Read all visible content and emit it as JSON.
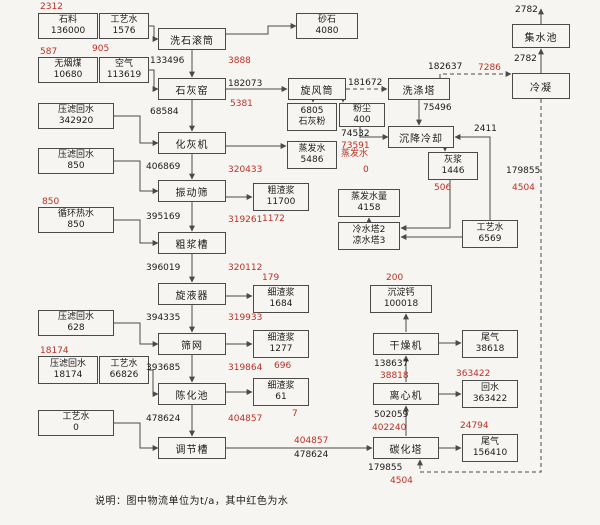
{
  "colors": {
    "water_flow": "#bf3026",
    "main_flow": "#1b1b1b",
    "line": "#4a4a4a"
  },
  "note": "说明：图中物流单位为t/a，其中红色为水",
  "nodes": {
    "washDrum": "洗石滚筒",
    "limeKiln": "石灰窑",
    "slaker": "化灰机",
    "vibScreen": "振动筛",
    "coarseTank": "粗浆槽",
    "hydrocyclone": "旋液器",
    "screenMesh": "筛网",
    "agingPool": "陈化池",
    "adjustTank": "调节槽",
    "cyclone": "旋风筒",
    "washTower": "洗涤塔",
    "settleCool": "沉降冷却",
    "condenser": "冷凝",
    "waterPool": "集水池",
    "dryer": "干燥机",
    "centrifuge": "离心机",
    "carbTower": "碳化塔"
  },
  "io": {
    "stone": {
      "name": "石料",
      "value": "136000"
    },
    "procWater1": {
      "name": "工艺水",
      "value": "1576"
    },
    "sandGravel": {
      "name": "砂石",
      "value": "4080"
    },
    "anthracite": {
      "name": "无烟煤",
      "value": "10680"
    },
    "air": {
      "name": "空气",
      "value": "113619"
    },
    "filterWater1": {
      "name": "压滤回水",
      "value": "342920"
    },
    "limePowder": {
      "name": "6805",
      "value": "石灰粉"
    },
    "dust": {
      "name": "粉尘",
      "value": "400"
    },
    "filterWater2": {
      "name": "压滤回水",
      "value": "850"
    },
    "evapWater1": {
      "name": "蒸发水",
      "value": "5486"
    },
    "limeSlurry": {
      "name": "灰浆",
      "value": "1446"
    },
    "circHotWater": {
      "name": "循环热水",
      "value": "850"
    },
    "coarseSlurry": {
      "name": "粗渣浆",
      "value": "11700"
    },
    "evapAmount": {
      "name": "蒸发水量",
      "value": "4158"
    },
    "coolTowers": {
      "name": "冷水塔2",
      "value": "凉水塔3"
    },
    "procWater2": {
      "name": "工艺水",
      "value": "6569"
    },
    "fineSlurry1": {
      "name": "细渣浆",
      "value": "1684"
    },
    "precipCalcium": {
      "name": "沉淀钙",
      "value": "100018"
    },
    "filterWater3": {
      "name": "压滤回水",
      "value": "628"
    },
    "fineSlurry2": {
      "name": "细渣浆",
      "value": "1277"
    },
    "tailGas1": {
      "name": "尾气",
      "value": "38618"
    },
    "filterWater4": {
      "name": "压滤回水",
      "value": "18174"
    },
    "procWater3": {
      "name": "工艺水",
      "value": "66826"
    },
    "fineSlurry3": {
      "name": "细渣浆",
      "value": "61"
    },
    "returnWater": {
      "name": "回水",
      "value": "363422"
    },
    "procWater4": {
      "name": "工艺水",
      "value": "0"
    },
    "tailGas2": {
      "name": "尾气",
      "value": "156410"
    }
  },
  "labels": {
    "w2312": "2312",
    "w3888": "3888",
    "w587": "587",
    "w905": "905",
    "f133496": "133496",
    "f182073": "182073",
    "f181672": "181672",
    "w5381": "5381",
    "f68584": "68584",
    "f75496": "75496",
    "f182637": "182637",
    "w7286": "7286",
    "f2782top": "2782",
    "f2782mid": "2782",
    "f74532": "74532",
    "w73591": "73591",
    "f2411": "2411",
    "f406869": "406869",
    "w320433": "320433",
    "wEvapText": "蒸发水",
    "wEvapZero": "0",
    "w506": "506",
    "f179855r": "179855",
    "w4504r": "4504",
    "w850": "850",
    "f395169": "395169",
    "w319261": "319261",
    "w1172": "1172",
    "f396019": "396019",
    "w320112": "320112",
    "w179": "179",
    "w200": "200",
    "f394335": "394335",
    "w319933": "319933",
    "w696": "696",
    "w18174": "18174",
    "f393685": "393685",
    "w319864": "319864",
    "w7": "7",
    "f138637": "138637",
    "w38818": "38818",
    "w363422": "363422",
    "f478624l": "478624",
    "w404857l": "404857",
    "f502059": "502059",
    "w402240": "402240",
    "w24794": "24794",
    "w404857m": "404857",
    "f478624m": "478624",
    "f179855b": "179855",
    "w4504b": "4504"
  }
}
